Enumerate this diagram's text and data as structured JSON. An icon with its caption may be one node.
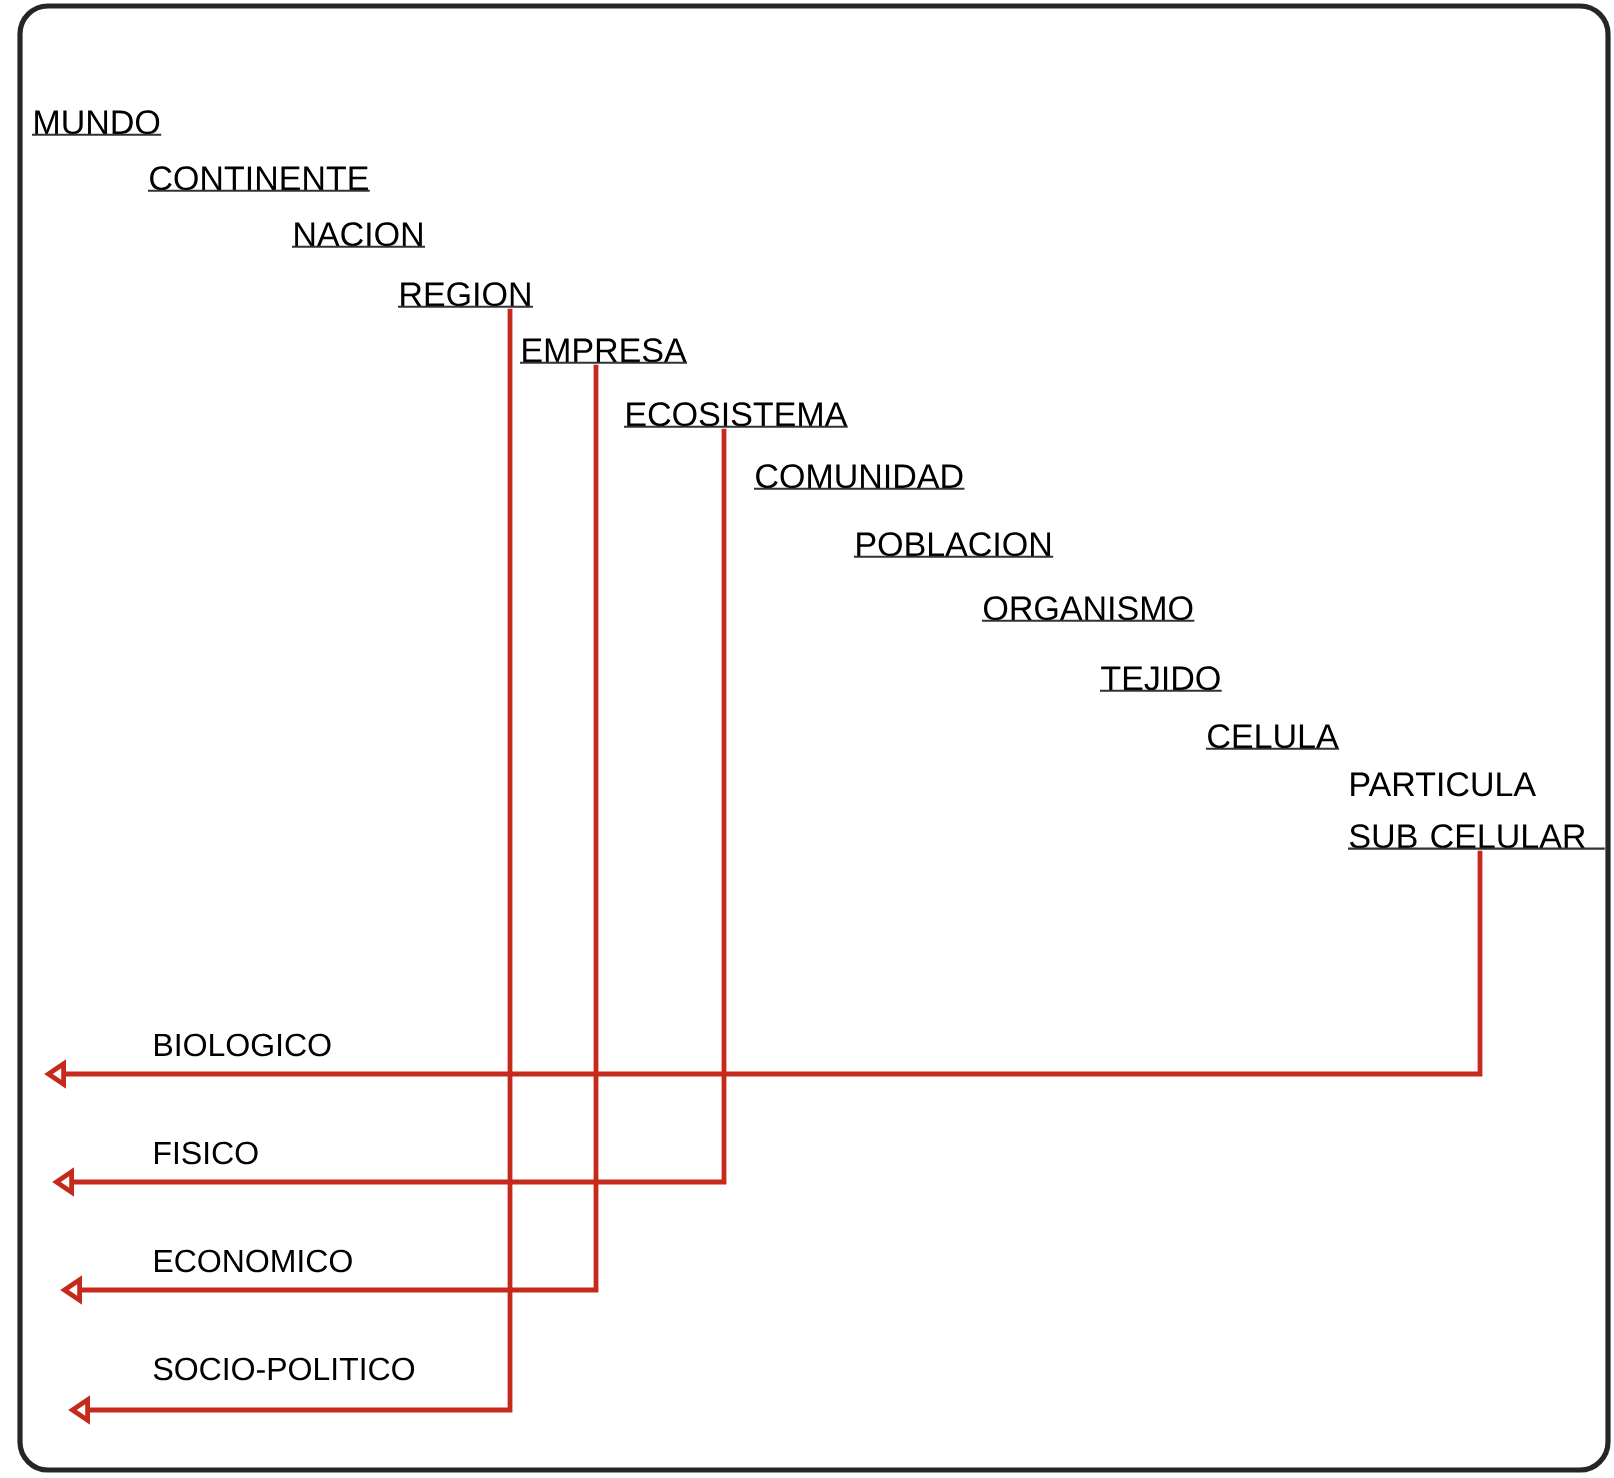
{
  "diagram": {
    "nodes": [
      {
        "text": [
          "MUNDO"
        ]
      },
      {
        "text": [
          "CONTINENTE"
        ]
      },
      {
        "text": [
          "NACION"
        ]
      },
      {
        "text": [
          "REGION"
        ]
      },
      {
        "text": [
          "EMPRESA"
        ]
      },
      {
        "text": [
          "ECOSISTEMA"
        ]
      },
      {
        "text": [
          "COMUNIDAD"
        ]
      },
      {
        "text": [
          "POBLACION"
        ]
      },
      {
        "text": [
          "ORGANISMO"
        ]
      },
      {
        "text": [
          "TEJIDO"
        ]
      },
      {
        "text": [
          "CELULA"
        ]
      },
      {
        "text": [
          "PARTICULA SUB CELULAR"
        ]
      }
    ],
    "edges": [
      {
        "from": 11,
        "to": null,
        "arrow": "to",
        "label": "BIOLOGICO"
      },
      {
        "from": 5,
        "to": null,
        "arrow": "to",
        "label": "FISICO"
      },
      {
        "from": 4,
        "to": null,
        "arrow": "to",
        "label": "ECONOMICO"
      },
      {
        "from": 3,
        "to": null,
        "arrow": "to",
        "label": "SOCIO-POLITICO"
      }
    ]
  }
}
